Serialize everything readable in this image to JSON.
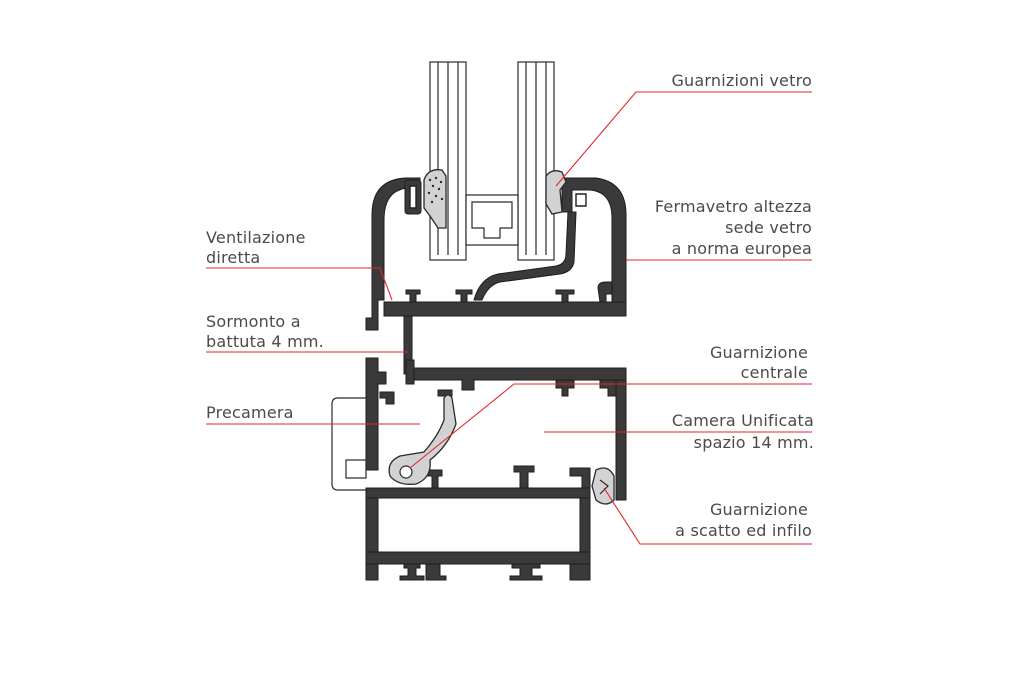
{
  "diagram": {
    "labels": {
      "guarnizioni_vetro": "Guarnizioni vetro",
      "fermavetro": [
        "Fermavetro altezza",
        "sede vetro",
        "a norma europea"
      ],
      "ventilazione": [
        "Ventilazione",
        "diretta"
      ],
      "sormonto": [
        "Sormonto a",
        "battuta 4 mm."
      ],
      "precamera": "Precamera",
      "guarnizione_centrale": [
        "Guarnizione",
        "centrale"
      ],
      "camera_unificata": [
        "Camera Unificata",
        "spazio 14 mm."
      ],
      "guarnizione_scatto": [
        "Guarnizione",
        "a scatto ed infilo"
      ]
    },
    "colors": {
      "leader": "#e3262b",
      "text": "#4a4a4a",
      "profile": "#3a3a3a",
      "gasket": "#d2d2d2"
    }
  }
}
